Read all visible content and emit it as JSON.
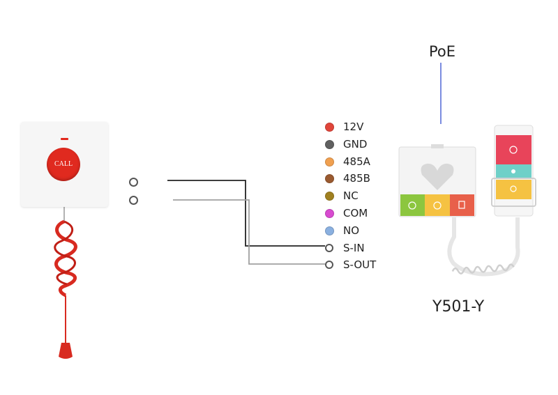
{
  "title": "PoE",
  "model": "Y501-Y",
  "call_button": {
    "label": "CALL"
  },
  "terminals": [
    {
      "label": "12V",
      "color": "#e0453a"
    },
    {
      "label": "GND",
      "color": "#606060"
    },
    {
      "label": "485A",
      "color": "#f0a050"
    },
    {
      "label": "485B",
      "color": "#9a5a30"
    },
    {
      "label": "NC",
      "color": "#a08020"
    },
    {
      "label": "COM",
      "color": "#d84bd0"
    },
    {
      "label": "NO",
      "color": "#8ab0e0"
    },
    {
      "label": "S-IN",
      "color": "#ffffff"
    },
    {
      "label": "S-OUT",
      "color": "#ffffff"
    }
  ],
  "colors": {
    "wire_black": "#222222",
    "wire_gray": "#a0a0a0",
    "poe_line": "#5a6fd8",
    "call_red": "#e02a1f",
    "panel_green": "#8cc63f",
    "panel_yellow": "#f5c242",
    "panel_red": "#e8604a",
    "panel_pink": "#e8445a",
    "panel_teal": "#6fd0c8"
  },
  "icons": [
    "call-button-icon",
    "check-icon",
    "star-icon",
    "person-icon",
    "phone-icon",
    "sun-icon",
    "heart-speaker-icon"
  ]
}
